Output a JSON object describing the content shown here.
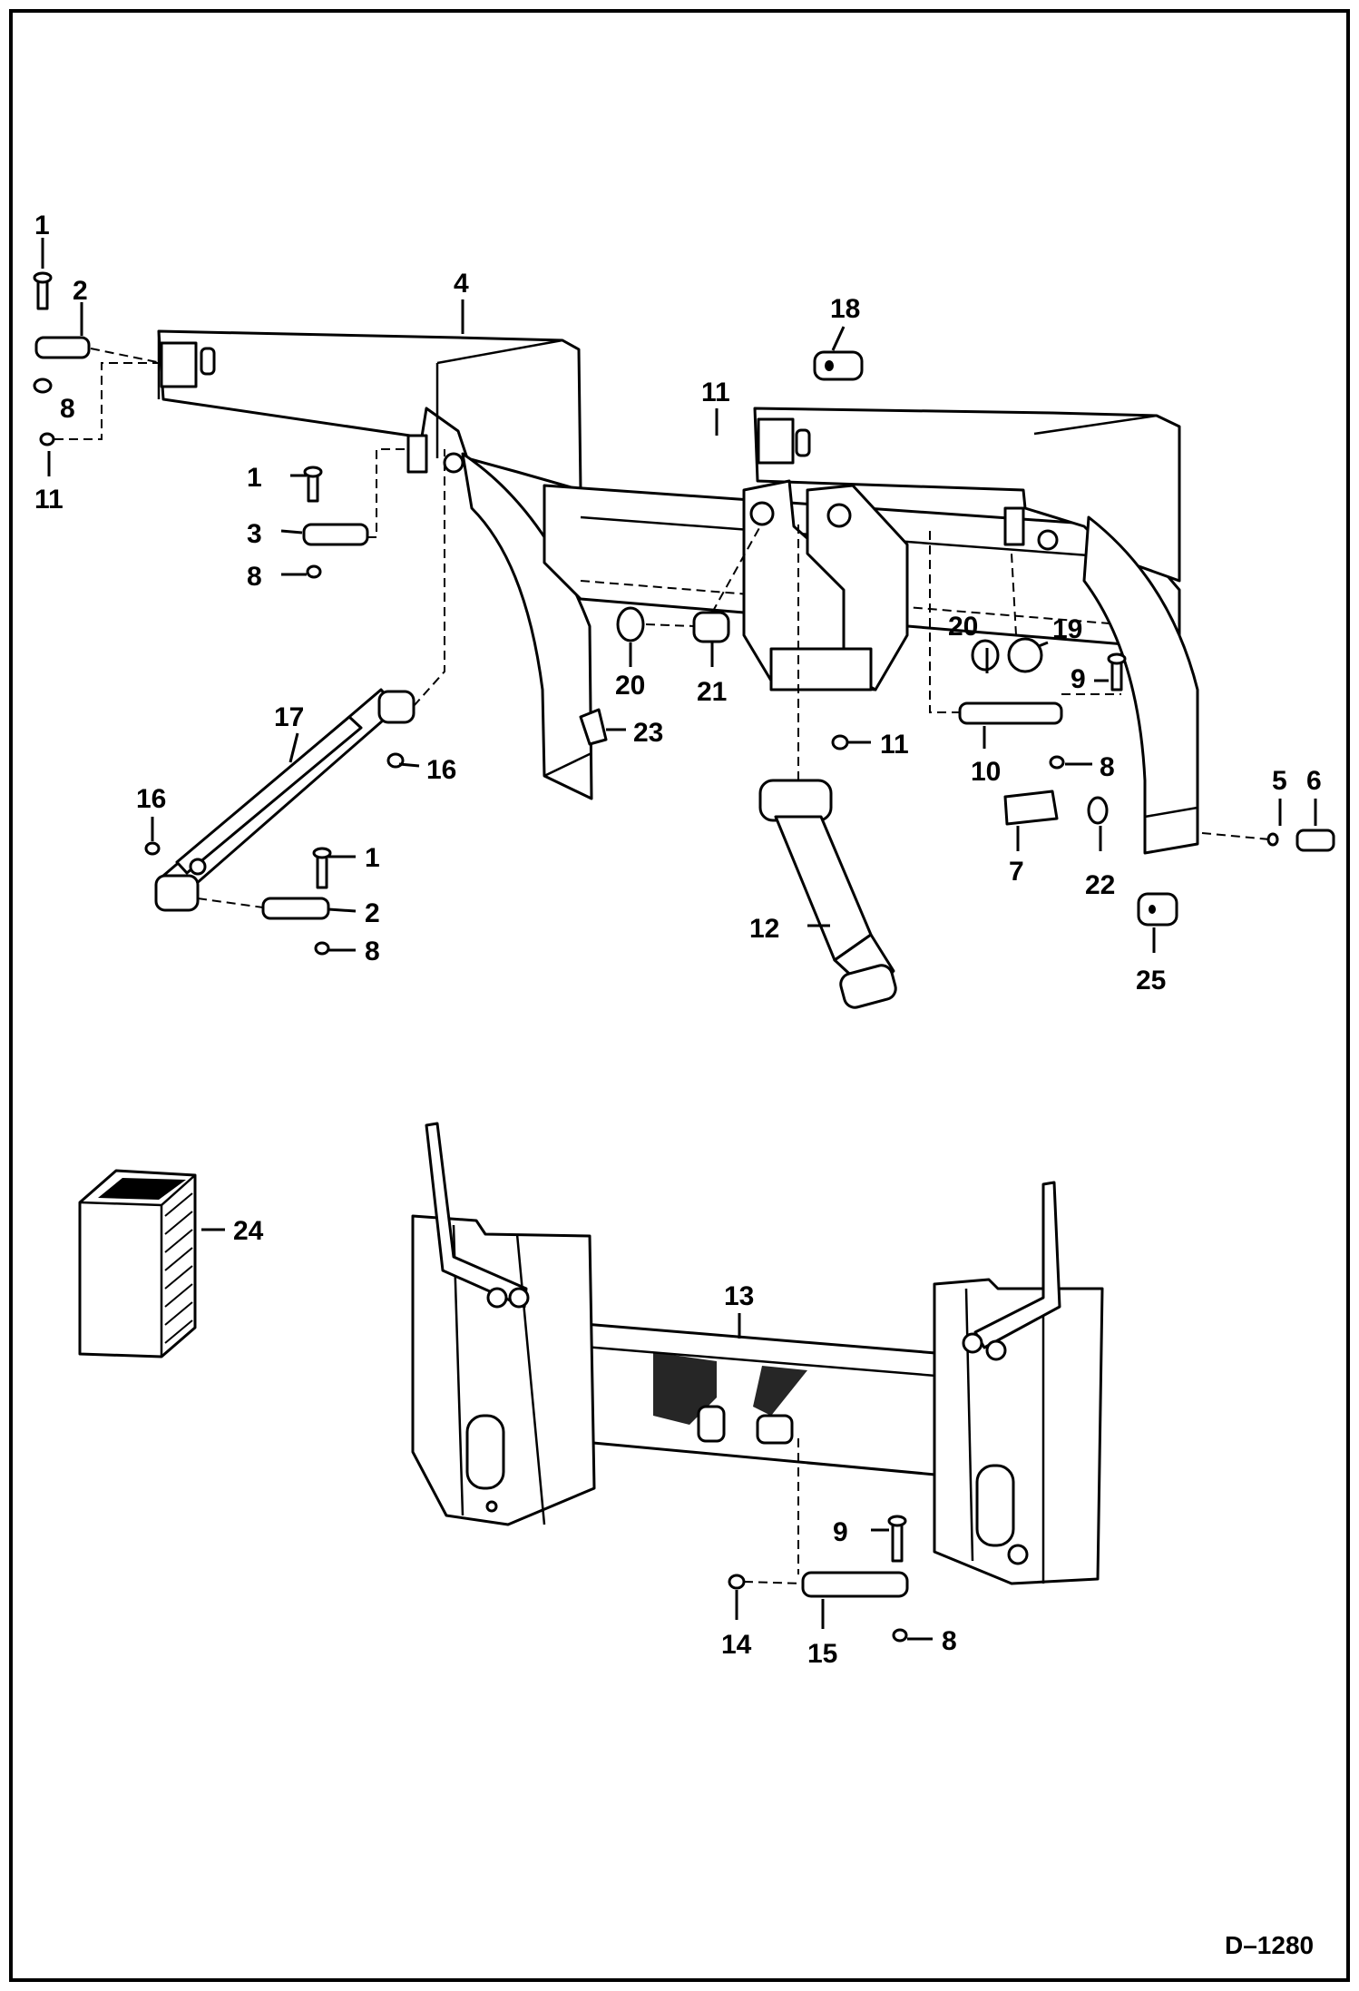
{
  "drawing_number": "D–1280",
  "callouts": [
    {
      "id": "c1a",
      "text": "1"
    },
    {
      "id": "c2a",
      "text": "2"
    },
    {
      "id": "c8a",
      "text": "8"
    },
    {
      "id": "c11a",
      "text": "11"
    },
    {
      "id": "c4",
      "text": "4"
    },
    {
      "id": "c1b",
      "text": "1"
    },
    {
      "id": "c3",
      "text": "3"
    },
    {
      "id": "c8b",
      "text": "8"
    },
    {
      "id": "c18",
      "text": "18"
    },
    {
      "id": "c11b",
      "text": "11"
    },
    {
      "id": "c20a",
      "text": "20"
    },
    {
      "id": "c21",
      "text": "21"
    },
    {
      "id": "c23",
      "text": "23"
    },
    {
      "id": "c17",
      "text": "17"
    },
    {
      "id": "c16a",
      "text": "16"
    },
    {
      "id": "c16b",
      "text": "16"
    },
    {
      "id": "c1c",
      "text": "1"
    },
    {
      "id": "c2b",
      "text": "2"
    },
    {
      "id": "c8c",
      "text": "8"
    },
    {
      "id": "c11c",
      "text": "11"
    },
    {
      "id": "c12",
      "text": "12"
    },
    {
      "id": "c20b",
      "text": "20"
    },
    {
      "id": "c19",
      "text": "19"
    },
    {
      "id": "c9a",
      "text": "9"
    },
    {
      "id": "c10",
      "text": "10"
    },
    {
      "id": "c8d",
      "text": "8"
    },
    {
      "id": "c5",
      "text": "5"
    },
    {
      "id": "c6",
      "text": "6"
    },
    {
      "id": "c7",
      "text": "7"
    },
    {
      "id": "c22",
      "text": "22"
    },
    {
      "id": "c25",
      "text": "25"
    },
    {
      "id": "c24",
      "text": "24"
    },
    {
      "id": "c13",
      "text": "13"
    },
    {
      "id": "c9b",
      "text": "9"
    },
    {
      "id": "c14",
      "text": "14"
    },
    {
      "id": "c15",
      "text": "15"
    },
    {
      "id": "c8e",
      "text": "8"
    }
  ]
}
